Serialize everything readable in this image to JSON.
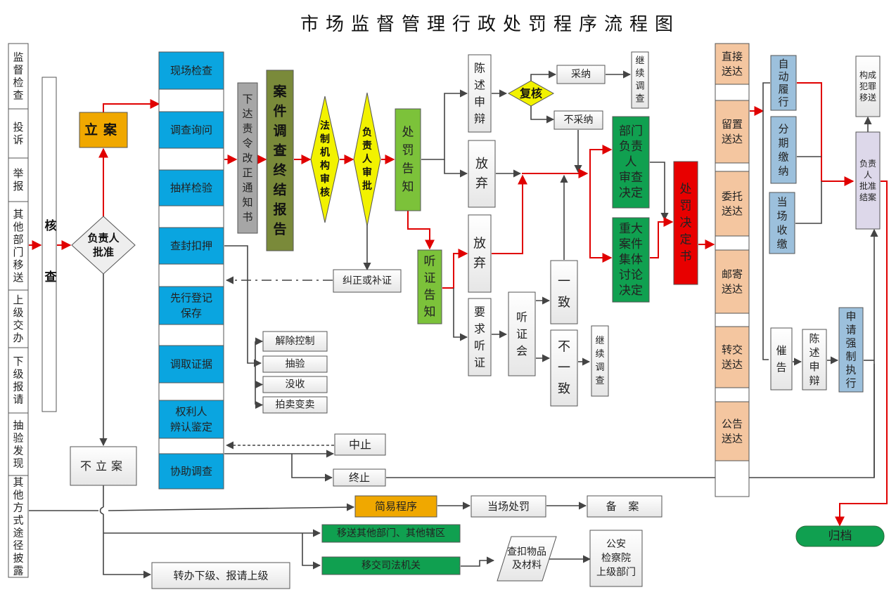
{
  "title": "市场监督管理行政处罚程序流程图",
  "colors": {
    "blue": "#0aa5e0",
    "orange": "#f0a800",
    "gray_dark": "#a6a6a6",
    "olive": "#7a8a3a",
    "yellow": "#f2f200",
    "light_green": "#7cc23a",
    "dark_green": "#10a050",
    "red": "#e80000",
    "peach": "#f4c6a0",
    "steel_blue": "#9cc0dc",
    "lavender": "#ddd8ea",
    "white_box": "#f4f4f4",
    "edge_red": "#e00000",
    "edge_gray": "#444444"
  },
  "sources": [
    {
      "id": "src1",
      "label": "监督检查"
    },
    {
      "id": "src2",
      "label": "投诉"
    },
    {
      "id": "src3",
      "label": "举报"
    },
    {
      "id": "src4",
      "label": "其他部门移送"
    },
    {
      "id": "src5",
      "label": "上级交办"
    },
    {
      "id": "src6",
      "label": "下级报请"
    },
    {
      "id": "src7",
      "label": "抽验发现"
    },
    {
      "id": "src8",
      "label": "其他方式途径披露"
    }
  ],
  "nodes": {
    "verify": "核查",
    "approve": "负责人批准",
    "file_case": "立案",
    "no_case": "不立案",
    "investigation": [
      "现场检查",
      "调查询问",
      "抽样检验",
      "查封扣押",
      "先行登记保存",
      "调取证据",
      "权利人辨认鉴定",
      "协助调查"
    ],
    "rectify_notice": "下达责令改正通知书",
    "final_report": "案件调查终结报告",
    "legal_review": "法制机构审核",
    "leader_approve": "负责人审批",
    "correct_supplement": "纠正或补证",
    "seizure_options": [
      "解除控制",
      "抽验",
      "没收",
      "拍卖变卖"
    ],
    "suspend": "中止",
    "terminate": "终止",
    "penalty_notice": "处罚告知",
    "statement_defense": "陈述申辩",
    "recheck": "复核",
    "adopt": "采纳",
    "continue_investigation_1": "继续调查",
    "not_adopt": "不采纳",
    "waive_1": "放弃",
    "hearing_notice": "听证告知",
    "waive_2": "放弃",
    "request_hearing": "要求听证",
    "hearing": "听证会",
    "consistent": "一致",
    "inconsistent": "不一致",
    "continue_investigation_2": "继续调查",
    "dept_leader_decision": "部门负责人审查决定",
    "collective_decision": "重大案件集体讨论决定",
    "penalty_decision": "处罚决定书",
    "delivery": [
      "直接送达",
      "留置送达",
      "委托送达",
      "邮寄送达",
      "转交送达",
      "公告送达"
    ],
    "auto_perform": "自动履行",
    "installment": "分期缴纳",
    "onsite_payment": "当场收缴",
    "urge": "催告",
    "statement_defense_2": "陈述申辩",
    "enforce": "申请强制执行",
    "leader_close": "负责人批准结案",
    "crime_transfer": "构成犯罪移送",
    "archive": "归档",
    "simple_procedure": "简易程序",
    "onsite_penalty": "当场处罚",
    "record": "备 案",
    "transfer_other": "移送其他部门、其他辖区",
    "transfer_judicial": "移交司法机关",
    "seized_items": "查扣物品及材料",
    "authorities": "公安检察院上级部门",
    "forward": "转办下级、报请上级"
  }
}
